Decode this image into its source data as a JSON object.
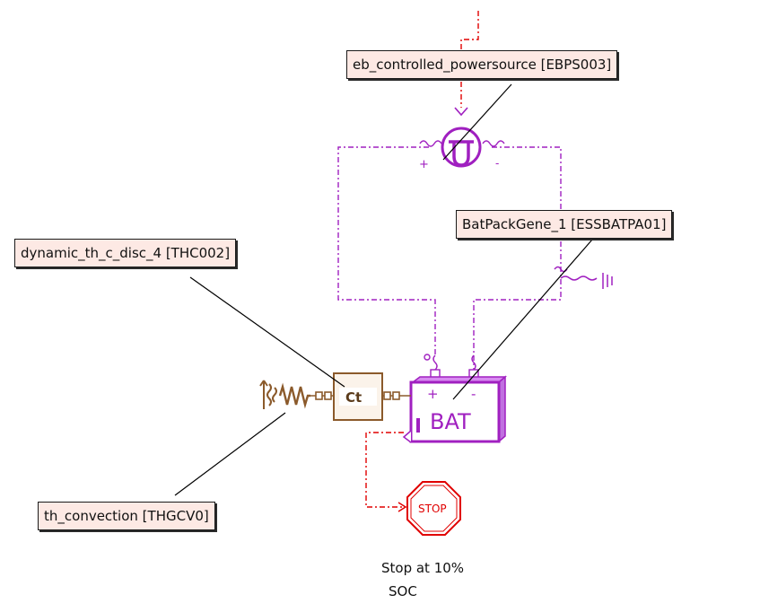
{
  "labels": {
    "power_source": "eb_controlled_powersource [EBPS003]",
    "battery_pack": "BatPackGene_1 [ESSBATPA01]",
    "thermal_capacity": "dynamic_th_c_disc_4 [THC002]",
    "convection": "th_convection [THGCV0]"
  },
  "components": {
    "battery_text": "BAT",
    "battery_plus": "+",
    "battery_minus": "-",
    "capacity_text": "Ct",
    "stop_text": "STOP",
    "source_plus": "+",
    "source_minus": "-"
  },
  "note": {
    "line1": "Stop at 10%",
    "line2": "SOC"
  },
  "colors": {
    "electrical": "#a020c0",
    "thermal": "#8b5a2b",
    "signal": "#e00000",
    "label_bg": "#fde9e4"
  }
}
